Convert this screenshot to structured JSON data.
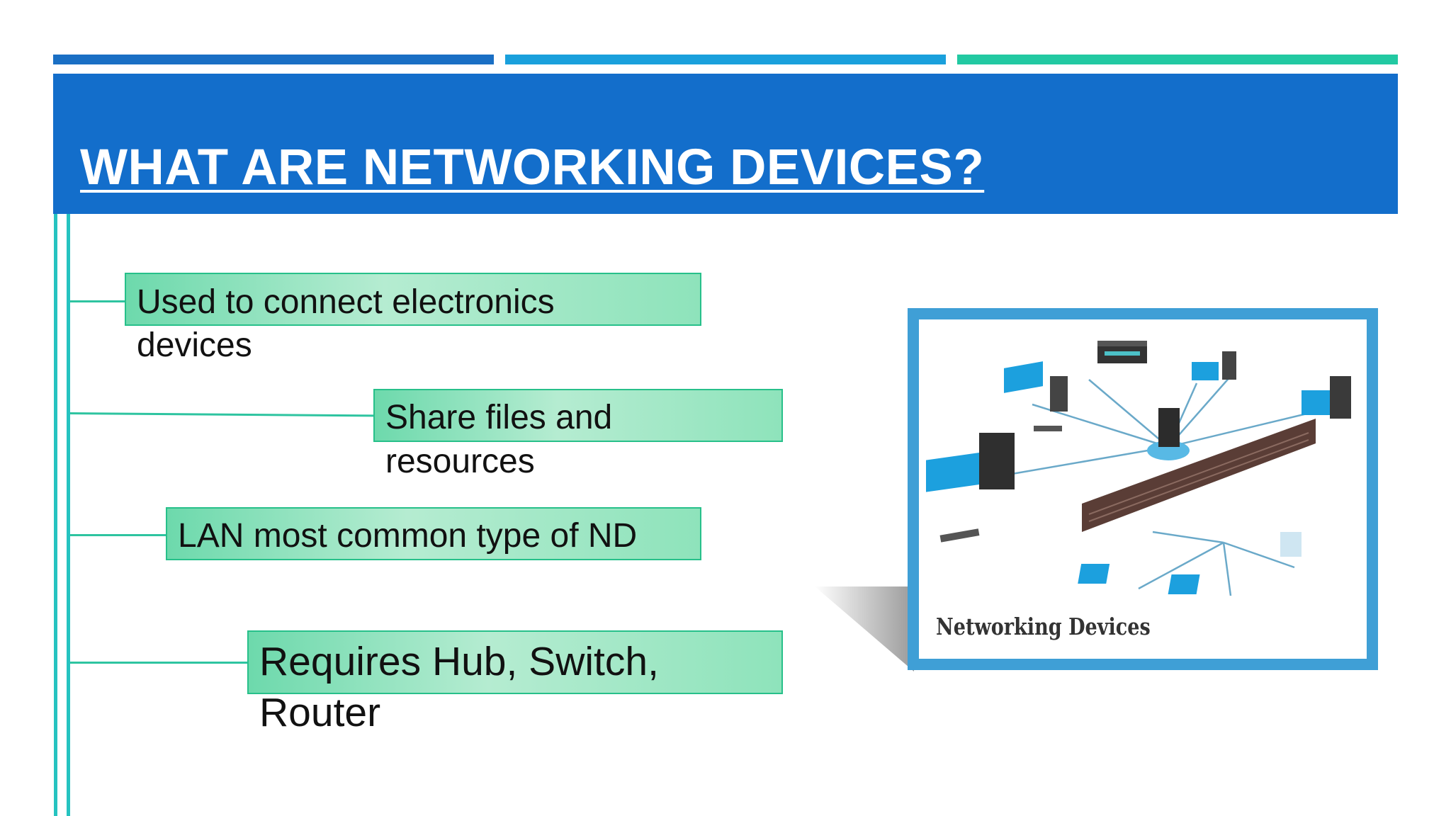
{
  "slide": {
    "title": "WHAT ARE NETWORKING DEVICES?",
    "accent_colors": [
      "#1a6fc4",
      "#1aa0dc",
      "#22c9a2"
    ],
    "header_color": "#136ecb"
  },
  "bullets": [
    {
      "line1": "Used to connect electronics",
      "line2": "devices"
    },
    {
      "line1": "Share files and",
      "line2": "resources"
    },
    {
      "line1": "LAN most common type of ND"
    },
    {
      "line1": "Requires Hub, Switch,",
      "line2": "Router"
    }
  ],
  "image": {
    "caption": "Networking Devices",
    "icons": [
      "server-rack-icon",
      "desktop-computer-icon",
      "laptop-icon",
      "patch-panel-icon",
      "hub-icon"
    ]
  }
}
